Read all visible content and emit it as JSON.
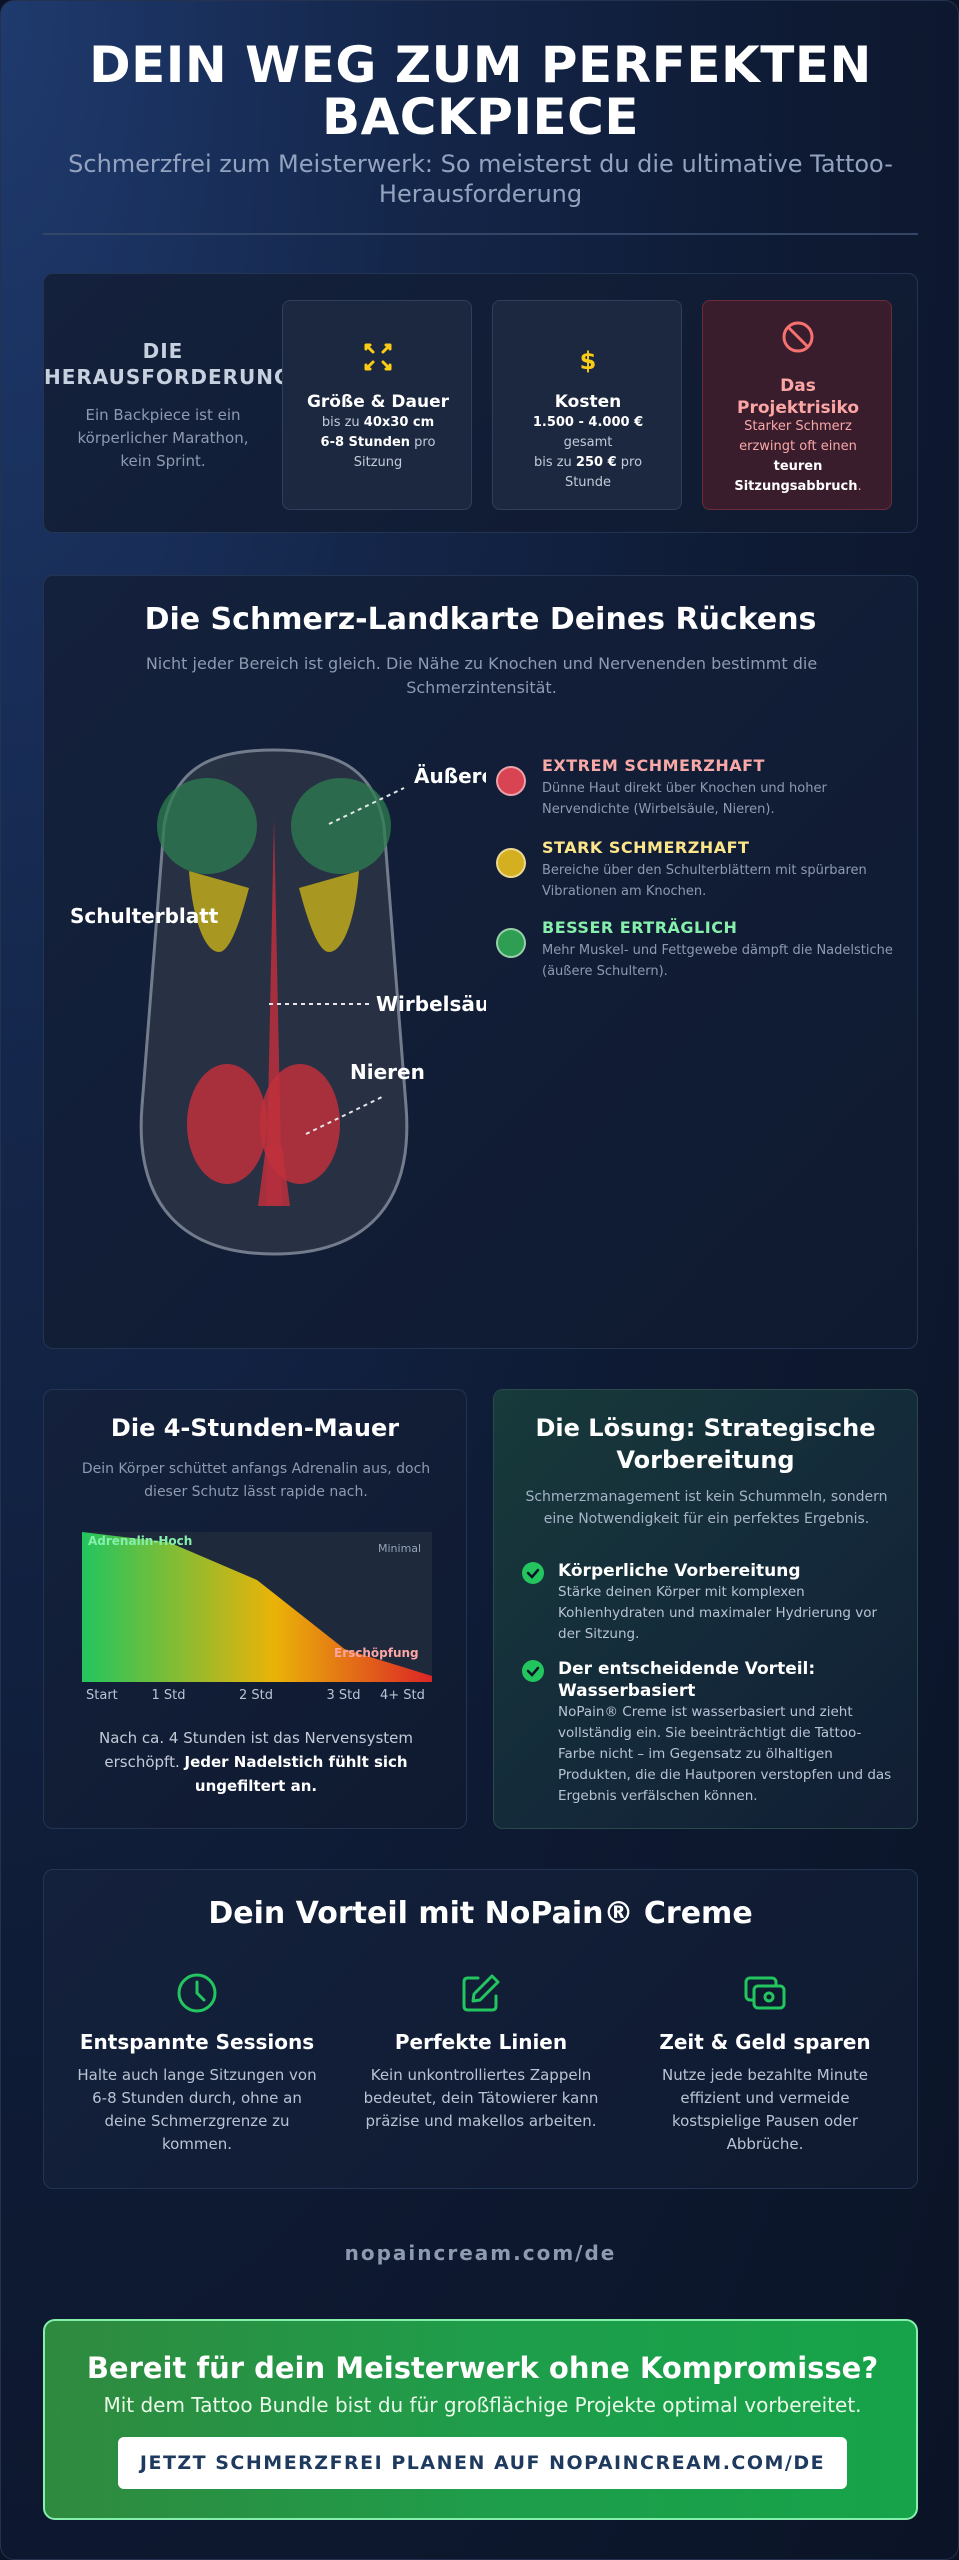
{
  "hero": {
    "title_line1": "DEIN WEG ZUM PERFEKTEN",
    "title_line2": "BACKPIECE",
    "subtitle": "Schmerzfrei zum Meisterwerk: So meisterst du die ultimative Tattoo-Herausforderung"
  },
  "challenge": {
    "label_line1": "DIE",
    "label_line2": "HERAUSFORDERUNG",
    "description": "Ein Backpiece ist ein körperlicher Marathon, kein Sprint.",
    "stats": [
      {
        "icon": "expand-arrows-icon",
        "title": "Größe & Dauer",
        "l1a": "bis zu ",
        "l1b": "40x30 cm",
        "l2a": "6-8 Stunden",
        "l2b": " pro",
        "l3": "Sitzung"
      },
      {
        "icon": "dollar-icon",
        "title": "Kosten",
        "l1": "1.500 - 4.000 €",
        "l2": "gesamt",
        "l3a": "bis zu ",
        "l3b": "250 €",
        "l3c": " pro",
        "l4": "Stunde"
      },
      {
        "icon": "ban-icon",
        "title_line1": "Das",
        "title_line2": "Projektrisiko",
        "l1": "Starker Schmerz",
        "l2": "erzwingt oft einen",
        "l3": "teuren",
        "l4": "Sitzungsabbruch",
        "l4b": "."
      }
    ]
  },
  "painmap": {
    "title": "Die Schmerz-Landkarte Deines Rückens",
    "subtitle": "Nicht jeder Bereich ist gleich. Die Nähe zu Knochen und Nervenenden bestimmt die Schmerzintensität.",
    "labels": {
      "outer": "Äußere Schultern",
      "shoulderblade": "Schulterblatt",
      "spine": "Wirbelsäule",
      "kidneys": "Nieren"
    },
    "legend": [
      {
        "title": "EXTREM SCHMERZHAFT",
        "desc": "Dünne Haut direkt über Knochen und hoher Nervendichte (Wirbelsäule, Nieren).",
        "color": "#d94452",
        "title_color": "#f9a8a8"
      },
      {
        "title": "STARK SCHMERZHAFT",
        "desc": "Bereiche über den Schulterblättern mit spürbaren Vibrationen am Knochen.",
        "color": "#d4b021",
        "title_color": "#fde68a"
      },
      {
        "title": "BESSER ERTRÄGLICH",
        "desc": "Mehr Muskel- und Fettgewebe dämpft die Nadelstiche (äußere Schultern).",
        "color": "#2e9e52",
        "title_color": "#86efac"
      }
    ]
  },
  "wall": {
    "title": "Die 4-Stunden-Mauer",
    "subtitle": "Dein Körper schüttet anfangs Adrenalin aus, doch dieser Schutz lässt rapide nach.",
    "chart_data": {
      "type": "area",
      "categories": [
        "Start",
        "1 Std",
        "2 Std",
        "3 Std",
        "4+ Std"
      ],
      "values": [
        100,
        93,
        68,
        22,
        4
      ],
      "ylim": [
        0,
        100
      ],
      "annotations": {
        "high": "Adrenalin-Hoch",
        "low": "Erschöpfung",
        "min": "Minimal"
      }
    },
    "note_a": "Nach ca. 4 Stunden ist das Nervensystem erschöpft. ",
    "note_b": "Jeder Nadelstich fühlt sich ungefiltert an."
  },
  "solution": {
    "title": "Die Lösung: Strategische Vorbereitung",
    "subtitle": "Schmerzmanagement ist kein Schummeln, sondern eine Notwendigkeit für ein perfektes Ergebnis.",
    "items": [
      {
        "title": "Körperliche Vorbereitung",
        "desc": "Stärke deinen Körper mit komplexen Kohlenhydraten und maximaler Hydrierung vor der Sitzung."
      },
      {
        "title": "Der entscheidende Vorteil: Wasserbasiert",
        "desc": "NoPain® Creme ist wasserbasiert und zieht vollständig ein. Sie beeinträchtigt die Tattoo-Farbe nicht – im Gegensatz zu ölhaltigen Produkten, die die Hautporen verstopfen und das Ergebnis verfälschen können."
      }
    ]
  },
  "benefits": {
    "title": "Dein Vorteil mit NoPain® Creme",
    "items": [
      {
        "icon": "clock-icon",
        "title": "Entspannte Sessions",
        "desc": "Halte auch lange Sitzungen von 6-8 Stunden durch, ohne an deine Schmerzgrenze zu kommen."
      },
      {
        "icon": "pencil-icon",
        "title": "Perfekte Linien",
        "desc": "Kein unkontrolliertes Zappeln bedeutet, dein Tätowierer kann präzise und makellos arbeiten."
      },
      {
        "icon": "money-icon",
        "title": "Zeit & Geld sparen",
        "desc": "Nutze jede bezahlte Minute effizient und vermeide kostspielige Pausen oder Abbrüche."
      }
    ]
  },
  "url": "nopaincream.com/de",
  "cta": {
    "title": "Bereit für dein Meisterwerk ohne Kompromisse?",
    "subtitle": "Mit dem Tattoo Bundle bist du für großflächige Projekte optimal vorbereitet.",
    "button": "JETZT SCHMERZFREI PLANEN AUF NOPAINCREAM.COM/DE"
  },
  "colors": {
    "accent_green": "#22c55e",
    "accent_yellow": "#facc15",
    "accent_red": "#f87171",
    "navy": "#0b1426"
  }
}
